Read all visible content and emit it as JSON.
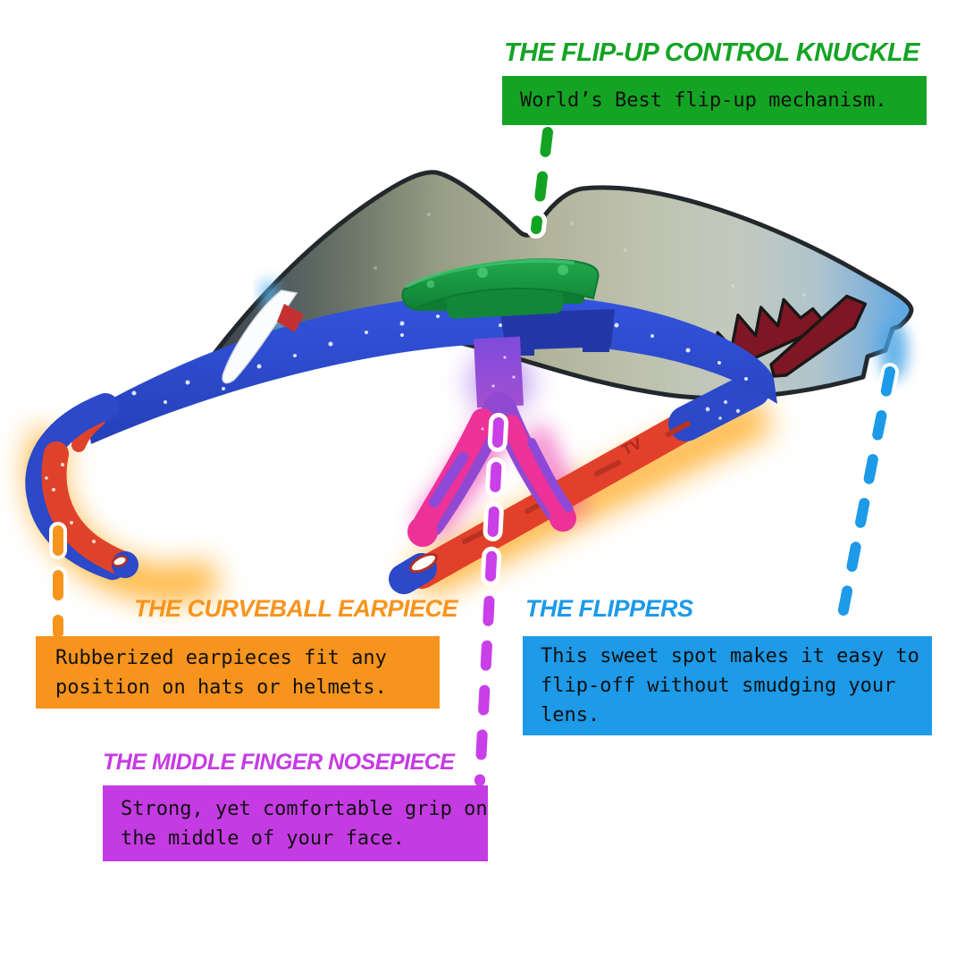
{
  "callouts": {
    "flip_up_knuckle": {
      "heading": "THE FLIP-UP CONTROL KNUCKLE",
      "body": "World’s Best flip-up mechanism.",
      "accent": "#14A424"
    },
    "curveball_earpiece": {
      "heading": "THE CURVEBALL EARPIECE",
      "body": "Rubberized earpieces fit any position on hats or helmets.",
      "accent": "#F7941D"
    },
    "flippers": {
      "heading": "THE FLIPPERS",
      "body": "This sweet spot makes it easy to flip-off without smudging your lens.",
      "accent": "#1D9AE8"
    },
    "middle_finger_nosepiece": {
      "heading": "THE MIDDLE FINGER NOSEPIECE",
      "body": "Strong, yet comfortable grip on the middle of your face.",
      "accent": "#C53BE3"
    }
  },
  "body_text_color": "#111111",
  "glasses": {
    "arm_marking": "TV",
    "colors": {
      "frame_blue": "#2B49C8",
      "earpiece_red": "#DF422B",
      "nosepiece_purple": "#9149D2",
      "nosepiece_pink": "#EC3198",
      "knuckle_green": "#189B40",
      "glow_orange": "#FFA81C",
      "lens_glow_blue": "#58B4F0"
    }
  }
}
